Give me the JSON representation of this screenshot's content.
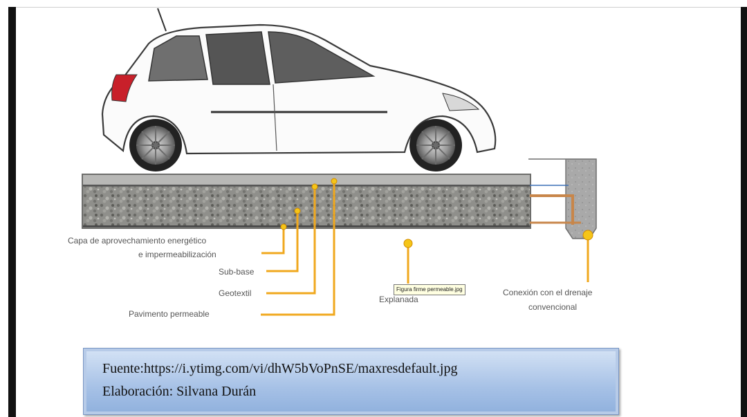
{
  "labels": {
    "capa_line1": "Capa de aprovechamiento energético",
    "capa_line2": "e impermeabilización",
    "subbase": "Sub-base",
    "geotextil": "Geotextil",
    "pavimento": "Pavimento permeable",
    "explanada": "Explanada",
    "conexion_line1": "Conexión con el drenaje",
    "conexion_line2": "convencional"
  },
  "tooltip": "Figura firme permeable.jpg",
  "source": {
    "line1": "Fuente:https://i.ytimg.com/vi/dhW5bVoPnSE/maxresdefault.jpg",
    "line2": "Elaboración: Silvana Durán"
  },
  "colors": {
    "leader": "#f0a81e",
    "marker": "#f5c518",
    "gravel": "#8a8a86",
    "box_fill": "#a6c1e6",
    "pipe": "#c8864a"
  }
}
